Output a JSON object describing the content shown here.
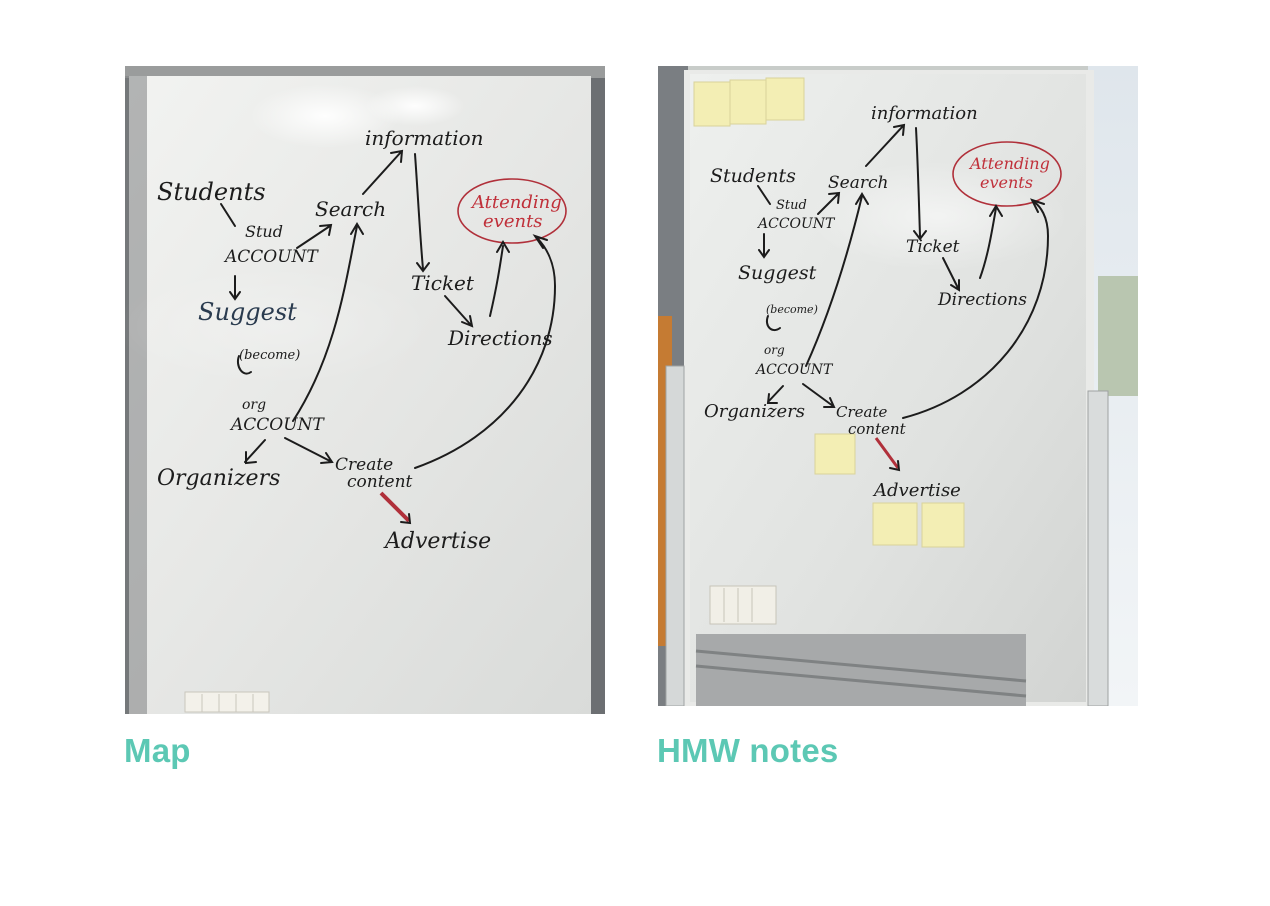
{
  "panels": [
    {
      "caption": "Map",
      "board": {
        "students": "Students",
        "stud_account_tag": "Stud",
        "account_1": "ACCOUNT",
        "suggest": "Suggest",
        "become": "(become)",
        "org_account_tag": "org",
        "account_2": "ACCOUNT",
        "organizers": "Organizers",
        "search": "Search",
        "information": "information",
        "ticket": "Ticket",
        "directions": "Directions",
        "attending_1": "Attending",
        "attending_2": "events",
        "create_1": "Create",
        "create_2": "content",
        "advertise": "Advertise"
      }
    },
    {
      "caption": "HMW notes",
      "board": {
        "students": "Students",
        "stud_account_tag": "Stud",
        "account_1": "ACCOUNT",
        "suggest": "Suggest",
        "become": "(become)",
        "org_account_tag": "org",
        "account_2": "ACCOUNT",
        "organizers": "Organizers",
        "search": "Search",
        "information": "information",
        "ticket": "Ticket",
        "directions": "Directions",
        "attending_1": "Attending",
        "attending_2": "events",
        "create_1": "Create",
        "create_2": "content",
        "advertise": "Advertise"
      }
    }
  ],
  "colors": {
    "caption": "#5cc8b4",
    "red_ink": "#c0303a",
    "sticky": "#f3eeb4"
  }
}
